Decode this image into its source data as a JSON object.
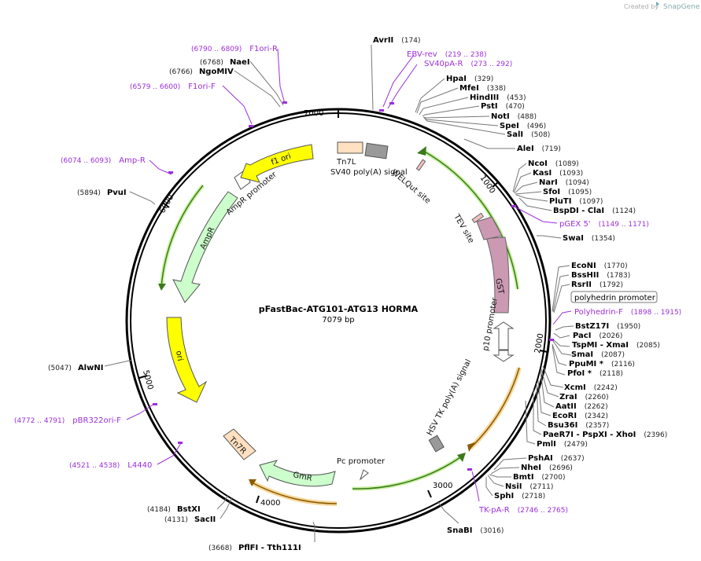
{
  "credit": {
    "prefix": "Created by",
    "brand": "SnapGene"
  },
  "plasmid": {
    "name": "pFastBac-ATG101-ATG13 HORMA",
    "size": "7079 bp"
  },
  "ticks": [
    "1000",
    "2000",
    "3000",
    "4000",
    "5000",
    "6000",
    "7000"
  ],
  "sites": [
    {
      "name": "AvrII",
      "pos": "(174)"
    },
    {
      "name": "HpaI",
      "pos": "(329)"
    },
    {
      "name": "MfeI",
      "pos": "(338)"
    },
    {
      "name": "HindIII",
      "pos": "(453)"
    },
    {
      "name": "PstI",
      "pos": "(470)"
    },
    {
      "name": "NotI",
      "pos": "(488)"
    },
    {
      "name": "SpeI",
      "pos": "(496)"
    },
    {
      "name": "SalI",
      "pos": "(508)"
    },
    {
      "name": "AleI",
      "pos": "(719)"
    },
    {
      "name": "NcoI",
      "pos": "(1089)"
    },
    {
      "name": "KasI",
      "pos": "(1093)"
    },
    {
      "name": "NarI",
      "pos": "(1094)"
    },
    {
      "name": "SfoI",
      "pos": "(1095)"
    },
    {
      "name": "PluTI",
      "pos": "(1097)"
    },
    {
      "name": "BspDI - ClaI",
      "pos": "(1124)"
    },
    {
      "name": "SwaI",
      "pos": "(1354)"
    },
    {
      "name": "EcoNI",
      "pos": "(1770)"
    },
    {
      "name": "BssHII",
      "pos": "(1783)"
    },
    {
      "name": "RsrII",
      "pos": "(1792)"
    },
    {
      "name": "BstZ17I",
      "pos": "(1950)"
    },
    {
      "name": "PacI",
      "pos": "(2026)"
    },
    {
      "name": "TspMI - XmaI",
      "pos": "(2085)"
    },
    {
      "name": "SmaI",
      "pos": "(2087)"
    },
    {
      "name": "PpuMI *",
      "pos": "(2116)"
    },
    {
      "name": "PfoI *",
      "pos": "(2118)"
    },
    {
      "name": "XcmI",
      "pos": "(2242)"
    },
    {
      "name": "ZraI",
      "pos": "(2260)"
    },
    {
      "name": "AatII",
      "pos": "(2262)"
    },
    {
      "name": "EcoRI",
      "pos": "(2342)"
    },
    {
      "name": "Bsu36I",
      "pos": "(2357)"
    },
    {
      "name": "PaeR7I - PspXI - XhoI",
      "pos": "(2396)"
    },
    {
      "name": "PmlI",
      "pos": "(2479)"
    },
    {
      "name": "PshAI",
      "pos": "(2637)"
    },
    {
      "name": "NheI",
      "pos": "(2696)"
    },
    {
      "name": "BmtI",
      "pos": "(2700)"
    },
    {
      "name": "NsiI",
      "pos": "(2711)"
    },
    {
      "name": "SphI",
      "pos": "(2718)"
    },
    {
      "name": "SnaBI",
      "pos": "(3016)"
    },
    {
      "name": "PflFI - Tth111I",
      "pos": "(3668)"
    },
    {
      "name": "SacII",
      "pos": "(4131)"
    },
    {
      "name": "BstXI",
      "pos": "(4184)"
    },
    {
      "name": "AlwNI",
      "pos": "(5047)"
    },
    {
      "name": "PvuI",
      "pos": "(5894)"
    },
    {
      "name": "NgoMIV",
      "pos": "(6766)"
    },
    {
      "name": "NaeI",
      "pos": "(6768)"
    }
  ],
  "primers": [
    {
      "name": "EBV-rev",
      "range": "(219 .. 238)"
    },
    {
      "name": "SV40pA-R",
      "range": "(273 .. 292)"
    },
    {
      "name": "pGEX 5'",
      "range": "(1149 .. 1171)"
    },
    {
      "name": "Polyhedrin-F",
      "range": "(1898 .. 1915)"
    },
    {
      "name": "TK-pA-R",
      "range": "(2746 .. 2765)"
    },
    {
      "name": "L4440",
      "range": "(4521 .. 4538)"
    },
    {
      "name": "pBR322ori-F",
      "range": "(4772 .. 4791)"
    },
    {
      "name": "Amp-R",
      "range": "(6074 .. 6093)"
    },
    {
      "name": "F1ori-F",
      "range": "(6579 .. 6600)"
    },
    {
      "name": "F1ori-R",
      "range": "(6790 .. 6809)"
    }
  ],
  "features": {
    "polyhedrin_promoter": "polyhedrin promoter",
    "gst": "GST",
    "tev_site": "TEV site",
    "welqut_site": "WELQut site",
    "tn7l": "Tn7L",
    "sv40_polya": "SV40 poly(A) signal",
    "f1_ori": "f1 ori",
    "ampr_promoter": "AmpR promoter",
    "ampr": "AmpR",
    "ori": "ori",
    "tn7r": "Tn7R",
    "gmr": "GmR",
    "pc_promoter": "Pc promoter",
    "hsv_tk_polya": "HSV TK poly(A) signal",
    "p10_promoter": "p10 promoter"
  },
  "colors": {
    "backbone": "#000000",
    "primer": "#9b30d9",
    "f1_ori": "#ffff00",
    "ampr": "#ccffcc",
    "gst": "#cc99b3",
    "gmr": "#ccffcc",
    "tn7": "#ffe0c0",
    "polya": "#999999"
  }
}
